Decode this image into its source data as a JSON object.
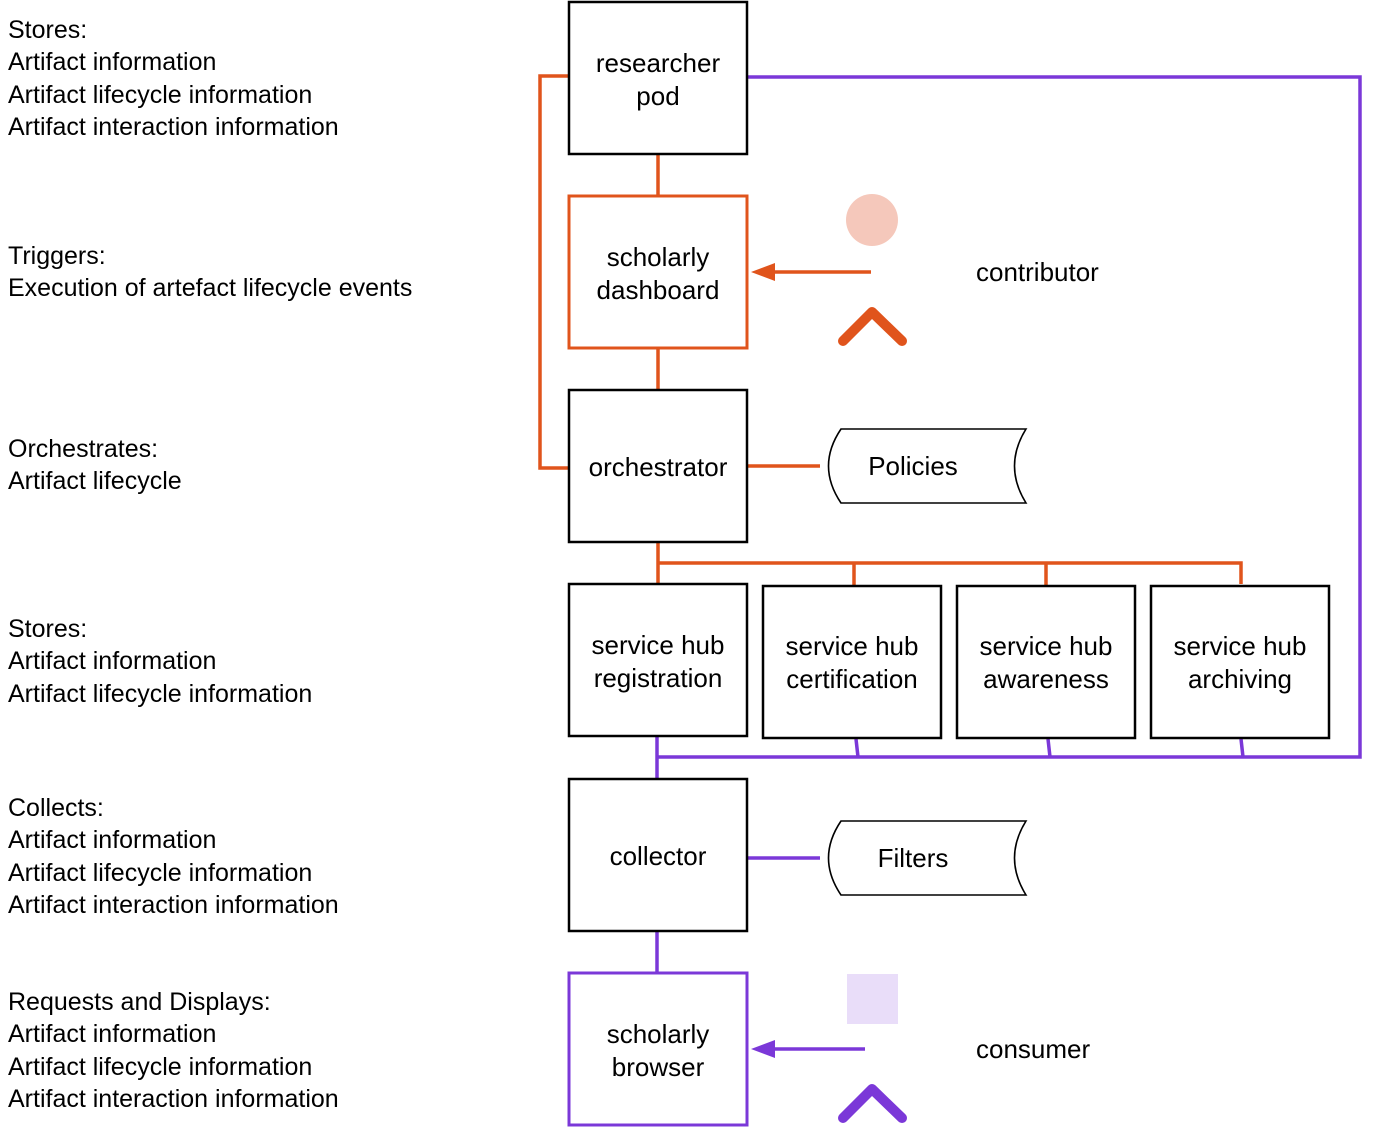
{
  "annotations": [
    {
      "id": "pod",
      "lines": [
        "Stores:",
        "Artifact information",
        "Artifact lifecycle information",
        "Artifact interaction information"
      ]
    },
    {
      "id": "dashboard",
      "lines": [
        "Triggers:",
        "Execution of artefact lifecycle events"
      ]
    },
    {
      "id": "orchestrator",
      "lines": [
        "Orchestrates:",
        "Artifact lifecycle"
      ]
    },
    {
      "id": "hubs",
      "lines": [
        "Stores:",
        "Artifact information",
        "Artifact lifecycle information"
      ]
    },
    {
      "id": "collector",
      "lines": [
        "Collects:",
        "Artifact information",
        "Artifact lifecycle information",
        "Artifact interaction information"
      ]
    },
    {
      "id": "browser",
      "lines": [
        "Requests and Displays:",
        "Artifact information",
        "Artifact lifecycle information",
        "Artifact interaction information"
      ]
    }
  ],
  "nodes": {
    "researcher_pod": [
      "researcher",
      "pod"
    ],
    "scholarly_dashboard": [
      "scholarly",
      "dashboard"
    ],
    "orchestrator": [
      "orchestrator"
    ],
    "hub_registration": [
      "service hub",
      "registration"
    ],
    "hub_certification": [
      "service hub",
      "certification"
    ],
    "hub_awareness": [
      "service hub",
      "awareness"
    ],
    "hub_archiving": [
      "service hub",
      "archiving"
    ],
    "collector": [
      "collector"
    ],
    "scholarly_browser": [
      "scholarly",
      "browser"
    ]
  },
  "stores": {
    "policies": "Policies",
    "filters": "Filters"
  },
  "actors": {
    "contributor": "contributor",
    "consumer": "consumer"
  },
  "colors": {
    "contributor_flow": "#e0541c",
    "consumer_flow": "#7b38d8",
    "box_border": "#000000"
  }
}
